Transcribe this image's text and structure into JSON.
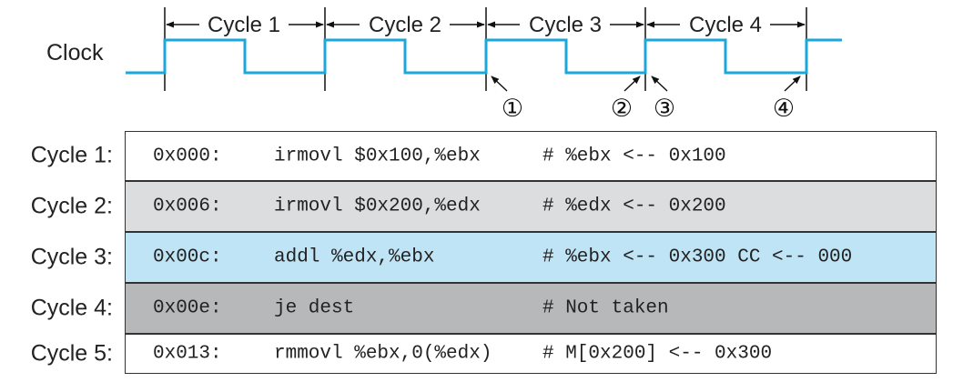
{
  "clock": {
    "label": "Clock",
    "cycles": [
      "Cycle 1",
      "Cycle 2",
      "Cycle 3",
      "Cycle 4"
    ],
    "markers": [
      "①",
      "②",
      "③",
      "④"
    ],
    "color": "#1ba7dc"
  },
  "rows": [
    {
      "label": "Cycle 1:",
      "addr": "0x000:",
      "instr": "irmovl $0x100,%ebx",
      "comment": "# %ebx <-- 0x100",
      "bg": "#ffffff"
    },
    {
      "label": "Cycle 2:",
      "addr": "0x006:",
      "instr": "irmovl $0x200,%edx",
      "comment": "# %edx <-- 0x200",
      "bg": "#dcdddf"
    },
    {
      "label": "Cycle 3:",
      "addr": "0x00c:",
      "instr": "addl %edx,%ebx",
      "comment": "# %ebx <-- 0x300 CC <-- 000",
      "bg": "#bfe4f5"
    },
    {
      "label": "Cycle 4:",
      "addr": "0x00e:",
      "instr": "je dest",
      "comment": "# Not taken",
      "bg": "#b7b8ba"
    },
    {
      "label": "Cycle 5:",
      "addr": "0x013:",
      "instr": "rmmovl %ebx,0(%edx)",
      "comment": "# M[0x200] <-- 0x300",
      "bg": "#ffffff"
    }
  ]
}
